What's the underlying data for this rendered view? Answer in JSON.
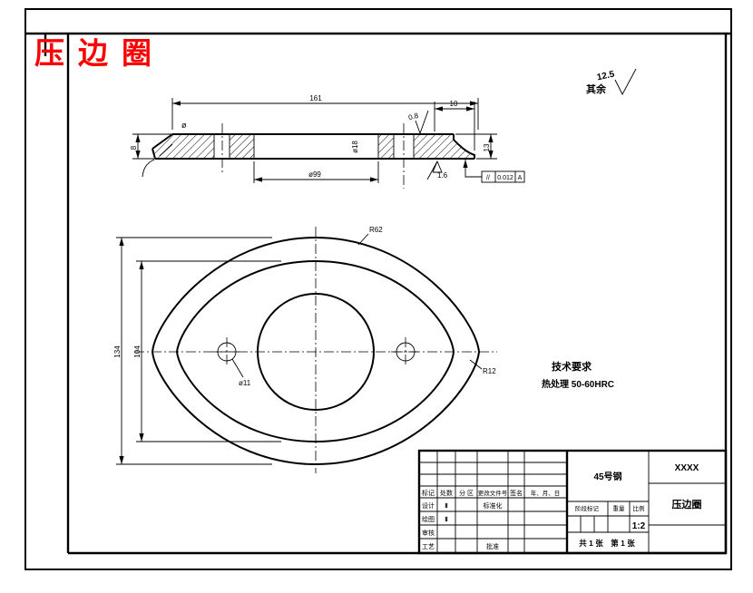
{
  "header": {
    "red_title": "压边圈",
    "surface_prefix": "其余",
    "surface_value": "12.5"
  },
  "section": {
    "dim_overall": "161",
    "dim_step": "10",
    "dim_bore": "ø99",
    "dim_hub": "ø18",
    "dim_left_thickness": "8",
    "dim_right_height": "13",
    "dia_mark": "ø",
    "rough_top": "0.8",
    "rough_bottom": "1.6",
    "tol_symbol": "//",
    "tol_value": "0.012",
    "tol_datum": "A"
  },
  "plan": {
    "r_outer": "R62",
    "r_corner": "R12",
    "hole_dia": "ø11",
    "dim_inner_height": "104",
    "dim_outer_height": "134"
  },
  "tech": {
    "title": "技术要求",
    "line1": "热处理 50-60HRC"
  },
  "tblock": {
    "headers": [
      "标记",
      "处数",
      "分 区",
      "更改文件号",
      "签名",
      "年、月、日"
    ],
    "rows": [
      "设计",
      "绘图",
      "审核",
      "工艺"
    ],
    "sig_design": "Ⅱ",
    "sig_draw": "Ⅱ",
    "standardized": "标准化",
    "approved": "批准",
    "material": "45号钢",
    "company": "XXXX",
    "part_name": "压边圈",
    "stage_label": "阶段标记",
    "weight_label": "重量",
    "scale_label": "比例",
    "scale_value": "1:2",
    "sheet_note": "共 1 张　第 1 张"
  }
}
